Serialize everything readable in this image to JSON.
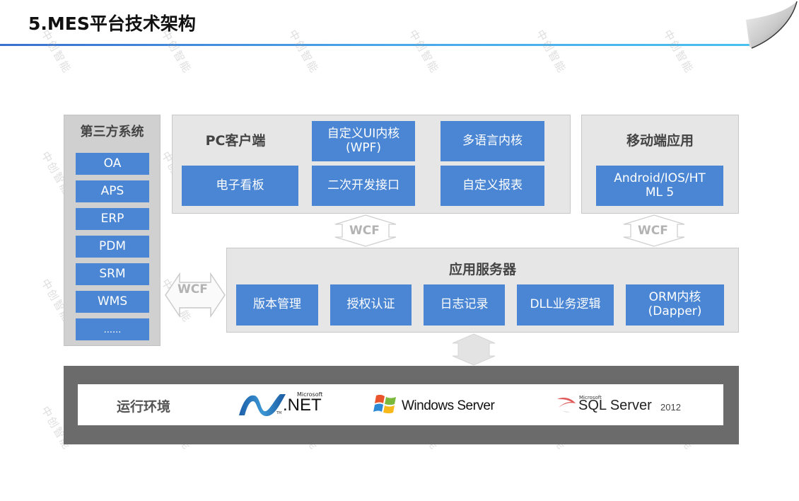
{
  "header": {
    "title": "5.MES平台技术架构"
  },
  "watermark_text": "中创智能",
  "third_party": {
    "title": "第三方系统",
    "items": [
      "OA",
      "APS",
      "ERP",
      "PDM",
      "SRM",
      "WMS",
      "......"
    ]
  },
  "pc_client": {
    "title": "PC客户端",
    "modules": [
      {
        "line1": "自定义UI内核",
        "line2": "(WPF)"
      },
      {
        "line1": "多语言内核",
        "line2": ""
      },
      {
        "line1": "电子看板",
        "line2": ""
      },
      {
        "line1": "二次开发接口",
        "line2": ""
      },
      {
        "line1": "自定义报表",
        "line2": ""
      }
    ]
  },
  "mobile": {
    "title": "移动端应用",
    "module": {
      "line1": "Android/IOS/HT",
      "line2": "ML 5"
    }
  },
  "connectors": {
    "pc_to_server": "WCF",
    "mobile_to_server": "WCF",
    "thirdparty_to_server": "WCF"
  },
  "app_server": {
    "title": "应用服务器",
    "modules": [
      {
        "line1": "版本管理",
        "line2": ""
      },
      {
        "line1": "授权认证",
        "line2": ""
      },
      {
        "line1": "日志记录",
        "line2": ""
      },
      {
        "line1": "DLL业务逻辑",
        "line2": ""
      },
      {
        "line1": "ORM内核",
        "line2": "(Dapper)"
      }
    ]
  },
  "runtime": {
    "label": "运行环境",
    "dotnet": {
      "brand": "Microsoft",
      "name": ".NET",
      "tm": "TM"
    },
    "windows": {
      "name": "Windows Server"
    },
    "sql": {
      "brand": "Microsoft",
      "name": "SQL Server",
      "version": "2012"
    }
  },
  "colors": {
    "module_blue": "#4a86d3",
    "panel_gray": "#e6e6e6",
    "runtime_dark": "#6b6b6b",
    "title_rule": "#3a8fe0"
  }
}
